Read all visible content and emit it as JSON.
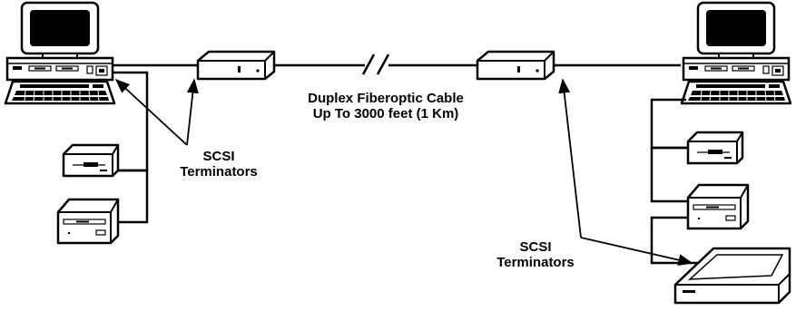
{
  "labels": {
    "cable_line1": "Duplex Fiberoptic Cable",
    "cable_line2": "Up To 3000 feet (1 Km)",
    "terminators_left_line1": "SCSI",
    "terminators_left_line2": "Terminators",
    "terminators_right_line1": "SCSI",
    "terminators_right_line2": "Terminators"
  },
  "icons": [
    "left-computer-icon",
    "left-tape-drive-icon",
    "left-cdrom-drive-icon",
    "left-fiber-extender-icon",
    "right-fiber-extender-icon",
    "right-computer-icon",
    "right-tape-drive-icon",
    "right-cdrom-drive-icon",
    "right-scanner-icon"
  ],
  "colors": {
    "line": "#000000",
    "screen": "#000000",
    "device_fill": "#ffffff"
  }
}
